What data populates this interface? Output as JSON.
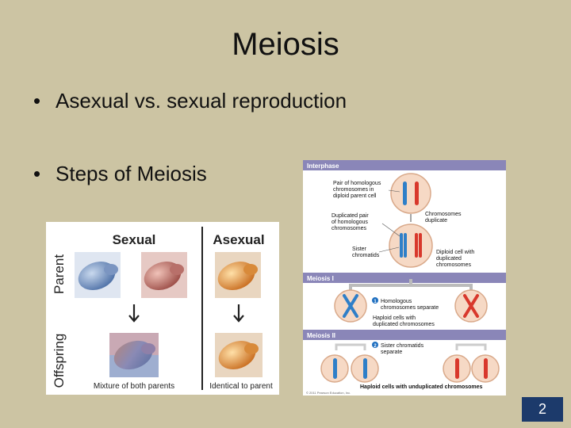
{
  "slide": {
    "title": "Meiosis",
    "bullets": [
      "Asexual vs. sexual reproduction",
      "Steps of Meiosis"
    ],
    "page_number": "2"
  },
  "left_figure": {
    "col_sexual": "Sexual",
    "col_asexual": "Asexual",
    "row_parent": "Parent",
    "row_offspring": "Offspring",
    "caption_sexual": "Mixture of both parents",
    "caption_asexual": "Identical to parent"
  },
  "right_figure": {
    "interphase": "Interphase",
    "meiosis1": "Meiosis I",
    "meiosis2": "Meiosis II",
    "lbl_pair_1": "Pair of homologous",
    "lbl_pair_2": "chromosomes in",
    "lbl_pair_3": "diploid parent cell",
    "lbl_dup_1": "Duplicated pair",
    "lbl_dup_2": "of homologous",
    "lbl_dup_3": "chromosomes",
    "lbl_chrdup_1": "Chromosomes",
    "lbl_chrdup_2": "duplicate",
    "lbl_sister_1": "Sister",
    "lbl_sister_2": "chromatids",
    "lbl_diploid_1": "Diploid cell with",
    "lbl_diploid_2": "duplicated",
    "lbl_diploid_3": "chromosomes",
    "step1_num": "1",
    "step1_1": "Homologous",
    "step1_2": "chromosomes separate",
    "lbl_haploid_dup_1": "Haploid cells with",
    "lbl_haploid_dup_2": "duplicated chromosomes",
    "step2_num": "2",
    "step2_1": "Sister chromatids",
    "step2_2": "separate",
    "lbl_haploid_undup": "Haploid cells with unduplicated chromosomes",
    "copyright": "© 2011 Pearson Education, Inc."
  },
  "colors": {
    "background": "#ccc4a3",
    "band": "#8a86b8",
    "cell_fill": "#f6d9c5",
    "cell_stroke": "#d9a98a",
    "chromosome_blue": "#2f7fc8",
    "chromosome_red": "#d8382c",
    "page_box": "#1c3a6b"
  }
}
